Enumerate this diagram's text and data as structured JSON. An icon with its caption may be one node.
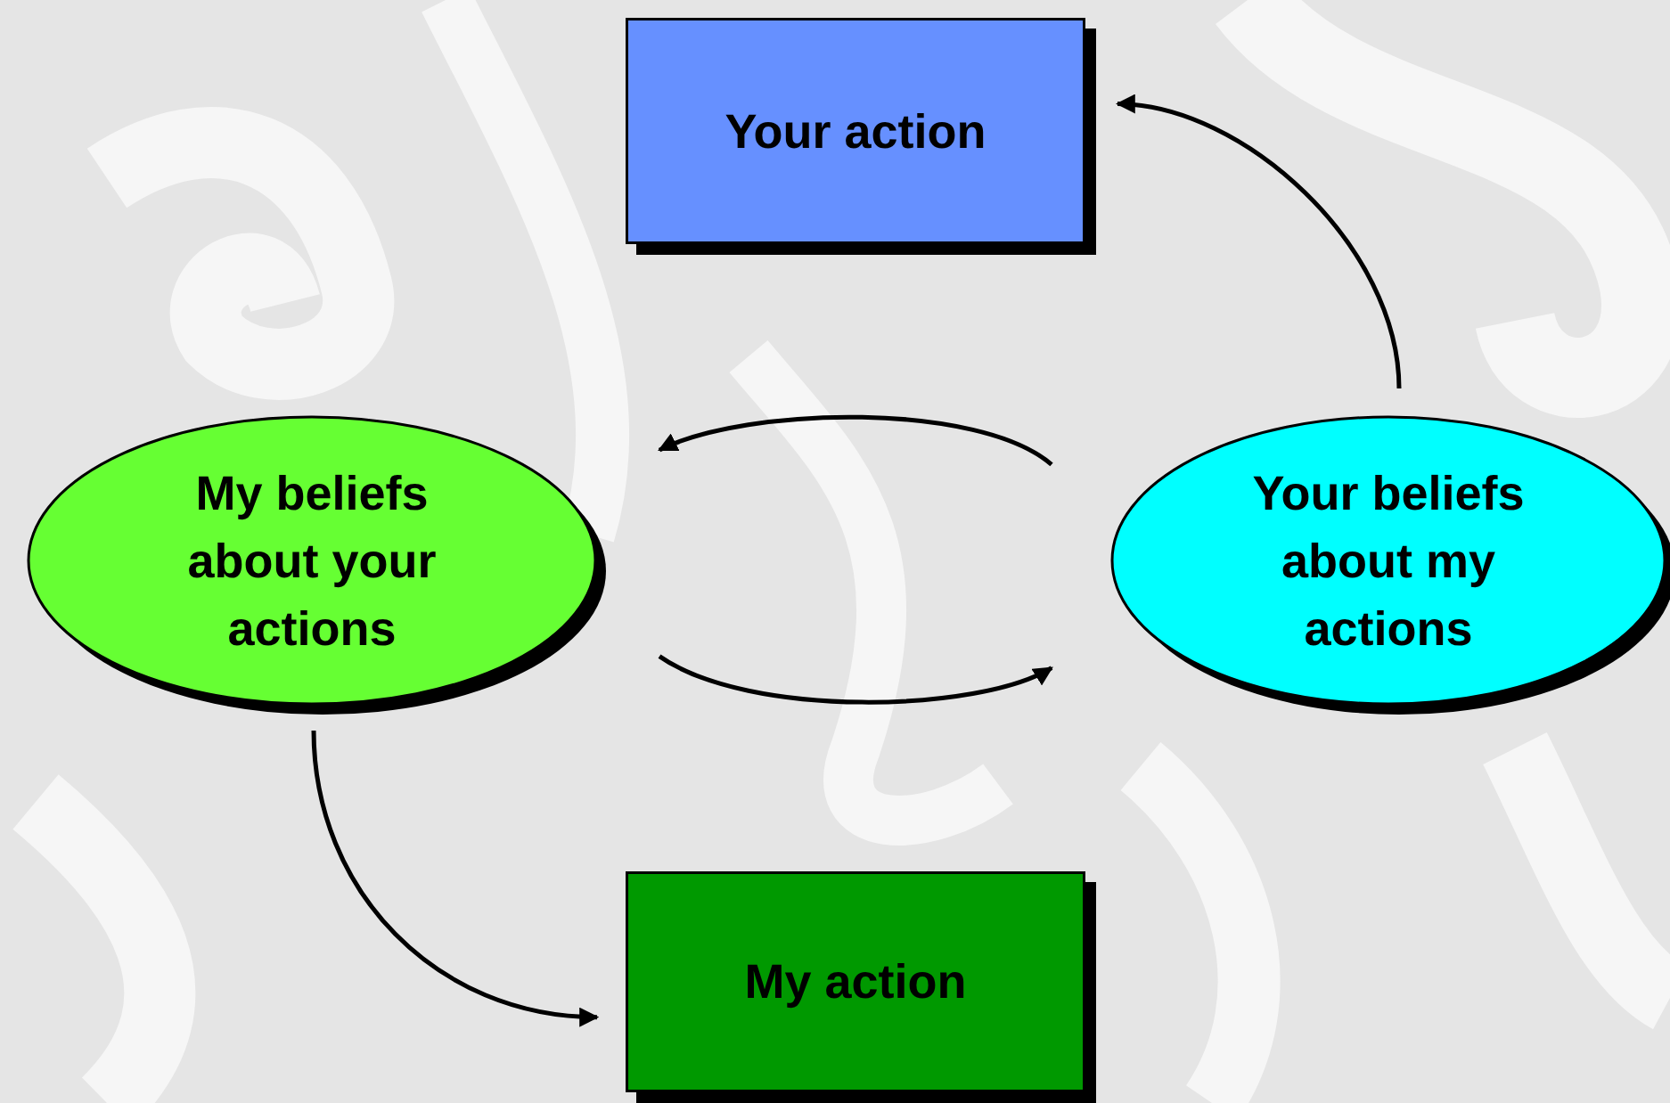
{
  "diagram": {
    "nodes": [
      {
        "text": [
          "Your action"
        ]
      },
      {
        "text": [
          "My beliefs about your actions"
        ]
      },
      {
        "text": [
          "Your beliefs about my actions"
        ]
      },
      {
        "text": [
          "My action"
        ]
      }
    ],
    "edges": [
      {
        "from": 2,
        "to": 0,
        "arrow": "to"
      },
      {
        "from": 2,
        "to": 1,
        "arrow": "to"
      },
      {
        "from": 1,
        "to": 2,
        "arrow": "to"
      },
      {
        "from": 1,
        "to": 3,
        "arrow": "to"
      }
    ]
  }
}
